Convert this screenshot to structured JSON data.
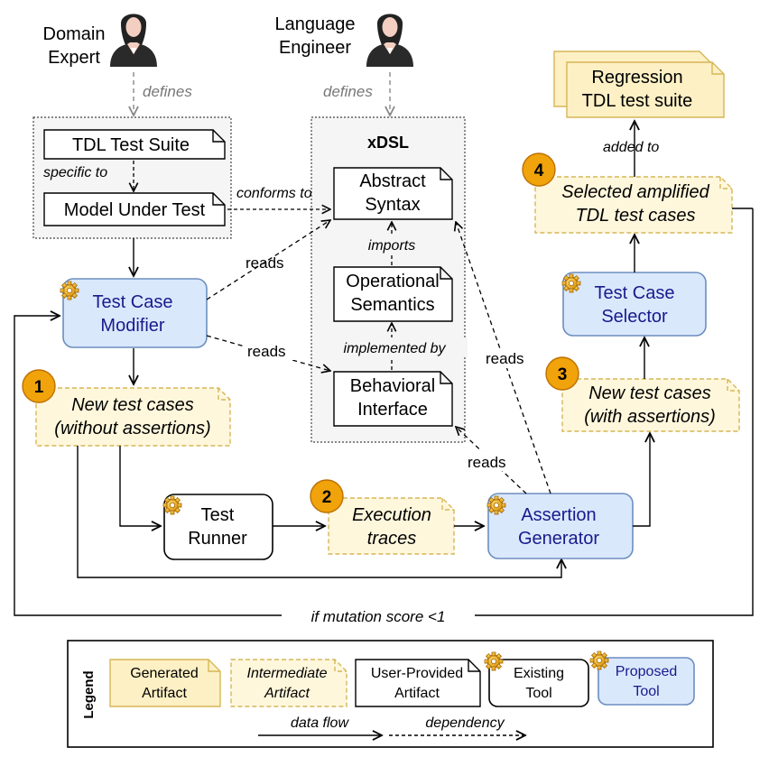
{
  "actors": {
    "domain_expert": "Domain\nExpert",
    "language_engineer": "Language\nEngineer"
  },
  "edges": {
    "defines": "defines",
    "specific_to": "specific to",
    "conforms_to": "conforms to",
    "reads": "reads",
    "imports": "imports",
    "implemented_by": "implemented by",
    "added_to": "added to",
    "loop": "if mutation score <1"
  },
  "xdsl": {
    "title": "xDSL",
    "abstract_syntax": "Abstract\nSyntax",
    "operational_semantics": "Operational\nSemantics",
    "behavioral_interface": "Behavioral\nInterface"
  },
  "artifacts": {
    "tdl_test_suite": "TDL Test Suite",
    "model_under_test": "Model Under Test",
    "new_cases_without": "New test cases\n(without assertions)",
    "execution_traces": "Execution\ntraces",
    "new_cases_with": "New test cases\n(with assertions)",
    "selected": "Selected amplified\nTDL test cases",
    "regression": "Regression\nTDL test suite"
  },
  "tools": {
    "modifier": "Test Case\nModifier",
    "runner": "Test\nRunner",
    "generator": "Assertion\nGenerator",
    "selector": "Test Case\nSelector"
  },
  "steps": [
    "1",
    "2",
    "3",
    "4"
  ],
  "legend": {
    "title": "Legend",
    "generated": "Generated\nArtifact",
    "intermediate": "Intermediate\nArtifact",
    "user_provided": "User-Provided\nArtifact",
    "existing_tool": "Existing\nTool",
    "proposed_tool": "Proposed\nTool",
    "data_flow": "data flow",
    "dependency": "dependency"
  },
  "colors": {
    "generated_fill": "#fdf0c4",
    "generated_stroke": "#d6b656",
    "intermediate_fill": "#fff7dc",
    "proposed_fill": "#dae8fc",
    "proposed_stroke": "#6c8ebf",
    "proposed_text": "#1a1a8c",
    "step_fill": "#f0a30a",
    "xdsl_fill": "#f5f5f5"
  }
}
